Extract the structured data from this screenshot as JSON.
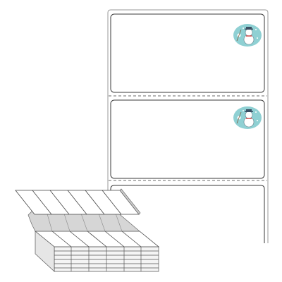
{
  "product": {
    "visible_label_count": 3,
    "label_shape": "rounded-rectangle",
    "perforation": "dashed",
    "label_icon": "snowman-icon",
    "icon_background_color": "#8fd0d3",
    "paper_color": "#ffffff",
    "outline_color": "#3a3a3a",
    "stack_shade_color": "#d6d6d6"
  }
}
